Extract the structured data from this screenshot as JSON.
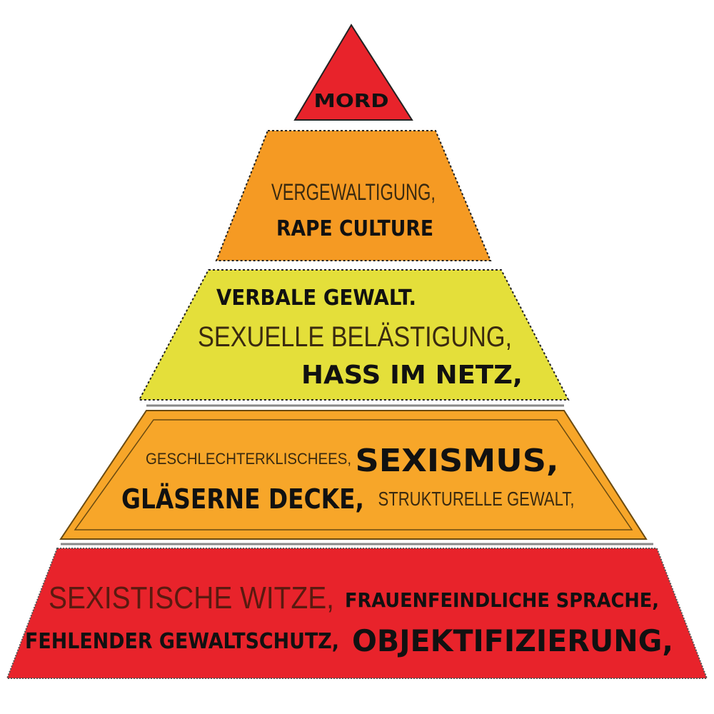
{
  "colors": {
    "red": "#e8232b",
    "orange": "#f59a23",
    "yellow": "#e4df3a",
    "text": "#111111",
    "light_text": "#5a1a10"
  },
  "tiers": [
    {
      "name": "mord",
      "lines": [
        "MORD"
      ]
    },
    {
      "name": "vergewaltigung",
      "lines": [
        "VERGEWALTIGUNG,",
        "RAPE CULTURE"
      ]
    },
    {
      "name": "verbale-gewalt",
      "lines": [
        "VERBALE GEWALT.",
        "SEXUELLE BELÄSTIGUNG,",
        "HASS IM NETZ,"
      ]
    },
    {
      "name": "sexismus",
      "lines": [
        "GESCHLECHTERKLISCHEES,",
        "SEXISMUS,",
        "GLÄSERNE DECKE,",
        "STRUKTURELLE GEWALT,"
      ]
    },
    {
      "name": "sexistische-witze",
      "lines": [
        "SEXISTISCHE WITZE,",
        "FRAUENFEINDLICHE SPRACHE,",
        "FEHLENDER GEWALTSCHUTZ,",
        "OBJEKTIFIZIERUNG,"
      ]
    }
  ]
}
